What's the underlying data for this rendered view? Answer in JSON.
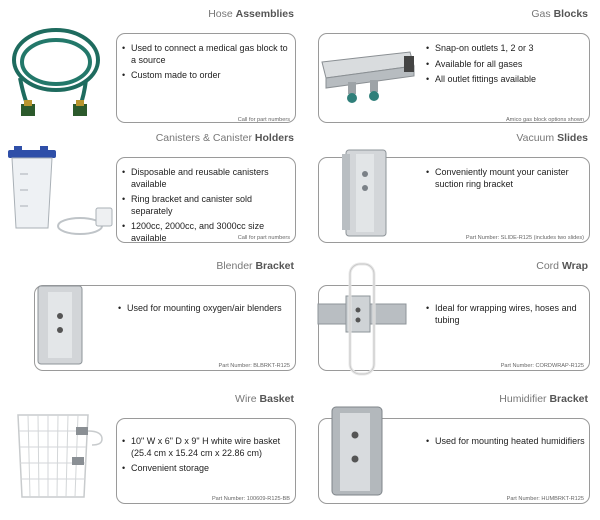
{
  "products": [
    {
      "title_plain": "Hose",
      "title_bold": "Assemblies",
      "bullets": [
        "Used to connect a medical gas block to a source",
        "Custom made to order"
      ],
      "note": "Call for part numbers"
    },
    {
      "title_plain": "Gas",
      "title_bold": "Blocks",
      "bullets": [
        "Snap-on outlets 1, 2 or 3",
        "Available for all gases",
        "All outlet fittings available"
      ],
      "note": "Amico gas block options shown"
    },
    {
      "title_plain": "Canisters & Canister",
      "title_bold": "Holders",
      "bullets": [
        "Disposable and reusable canisters available",
        "Ring bracket and canister sold separately",
        "1200cc, 2000cc, and 3000cc size available"
      ],
      "note": "Call for part numbers"
    },
    {
      "title_plain": "Vacuum",
      "title_bold": "Slides",
      "bullets": [
        "Conveniently mount your canister suction ring bracket"
      ],
      "note": "Part Number: SLIDE-R125 (includes two slides)"
    },
    {
      "title_plain": "Blender",
      "title_bold": "Bracket",
      "bullets": [
        "Used for mounting oxygen/air blenders"
      ],
      "note": "Part Number: BLBRKT-R125"
    },
    {
      "title_plain": "Cord",
      "title_bold": "Wrap",
      "bullets": [
        "Ideal for wrapping wires, hoses and tubing"
      ],
      "note": "Part Number: CORDWRAP-R125"
    },
    {
      "title_plain": "Wire",
      "title_bold": "Basket",
      "bullets": [
        "10\" W x 6\" D x 9\" H white wire basket (25.4 cm x 15.24 cm x 22.86 cm)",
        "Convenient storage"
      ],
      "note": "Part Number: 100609-R125-BB"
    },
    {
      "title_plain": "Humidifier",
      "title_bold": "Bracket",
      "bullets": [
        "Used for mounting heated humidifiers"
      ],
      "note": "Part Number: HUMBRKT-R125"
    }
  ]
}
